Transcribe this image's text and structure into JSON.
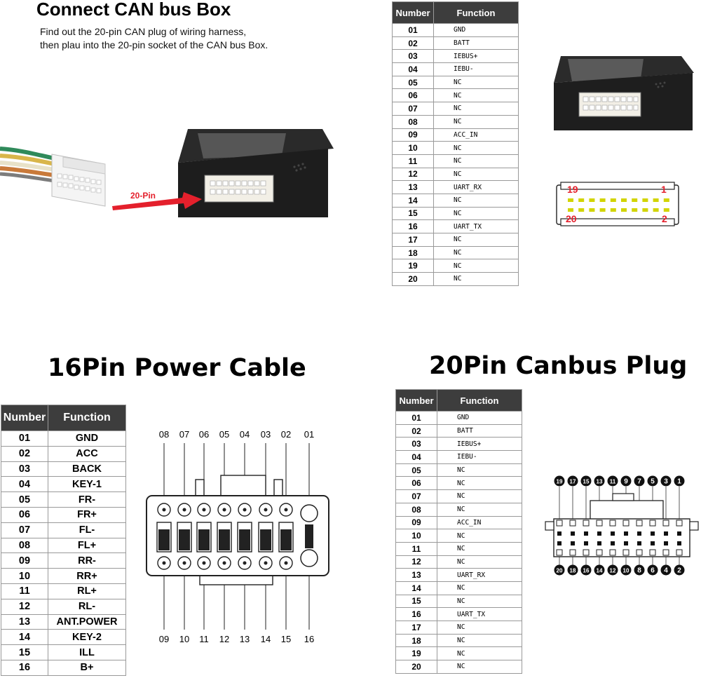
{
  "top": {
    "title": "Connect CAN bus Box",
    "desc_line1": "Find out the 20-pin CAN plug of wiring harness,",
    "desc_line2": "then plau into the 20-pin socket of the CAN bus Box.",
    "arrow_label": "20-Pin",
    "arrow_color": "#e4202c"
  },
  "table_top": {
    "headers": [
      "Number",
      "Function"
    ],
    "rows": [
      [
        "01",
        "GND"
      ],
      [
        "02",
        "BATT"
      ],
      [
        "03",
        "IEBUS+"
      ],
      [
        "04",
        "IEBU-"
      ],
      [
        "05",
        "NC"
      ],
      [
        "06",
        "NC"
      ],
      [
        "07",
        "NC"
      ],
      [
        "08",
        "NC"
      ],
      [
        "09",
        "ACC_IN"
      ],
      [
        "10",
        "NC"
      ],
      [
        "11",
        "NC"
      ],
      [
        "12",
        "NC"
      ],
      [
        "13",
        "UART_RX"
      ],
      [
        "14",
        "NC"
      ],
      [
        "15",
        "NC"
      ],
      [
        "16",
        "UART_TX"
      ],
      [
        "17",
        "NC"
      ],
      [
        "18",
        "NC"
      ],
      [
        "19",
        "NC"
      ],
      [
        "20",
        "NC"
      ]
    ]
  },
  "socket_diagram": {
    "labels": {
      "top_left": "19",
      "top_right": "1",
      "bottom_left": "20",
      "bottom_right": "2"
    },
    "label_color": "#e4202c",
    "pin_color": "#d2d400"
  },
  "power_section": {
    "title": "16Pin Power Cable",
    "headers": [
      "Number",
      "Function"
    ],
    "rows": [
      [
        "01",
        "GND"
      ],
      [
        "02",
        "ACC"
      ],
      [
        "03",
        "BACK"
      ],
      [
        "04",
        "KEY-1"
      ],
      [
        "05",
        "FR-"
      ],
      [
        "06",
        "FR+"
      ],
      [
        "07",
        "FL-"
      ],
      [
        "08",
        "FL+"
      ],
      [
        "09",
        "RR-"
      ],
      [
        "10",
        "RR+"
      ],
      [
        "11",
        "RL+"
      ],
      [
        "12",
        "RL-"
      ],
      [
        "13",
        "ANT.POWER"
      ],
      [
        "14",
        "KEY-2"
      ],
      [
        "15",
        "ILL"
      ],
      [
        "16",
        "B+"
      ]
    ],
    "pin_labels_top": [
      "08",
      "07",
      "06",
      "05",
      "04",
      "03",
      "02",
      "01"
    ],
    "pin_labels_bottom": [
      "09",
      "10",
      "11",
      "12",
      "13",
      "14",
      "15",
      "16"
    ]
  },
  "canbus_section": {
    "title": "20Pin Canbus Plug",
    "headers": [
      "Number",
      "Function"
    ],
    "rows": [
      [
        "01",
        "GND"
      ],
      [
        "02",
        "BATT"
      ],
      [
        "03",
        "IEBUS+"
      ],
      [
        "04",
        "IEBU-"
      ],
      [
        "05",
        "NC"
      ],
      [
        "06",
        "NC"
      ],
      [
        "07",
        "NC"
      ],
      [
        "08",
        "NC"
      ],
      [
        "09",
        "ACC_IN"
      ],
      [
        "10",
        "NC"
      ],
      [
        "11",
        "NC"
      ],
      [
        "12",
        "NC"
      ],
      [
        "13",
        "UART_RX"
      ],
      [
        "14",
        "NC"
      ],
      [
        "15",
        "NC"
      ],
      [
        "16",
        "UART_TX"
      ],
      [
        "17",
        "NC"
      ],
      [
        "18",
        "NC"
      ],
      [
        "19",
        "NC"
      ],
      [
        "20",
        "NC"
      ]
    ],
    "pin_labels_top": [
      "19",
      "17",
      "15",
      "13",
      "11",
      "9",
      "7",
      "5",
      "3",
      "1"
    ],
    "pin_labels_bottom": [
      "20",
      "18",
      "16",
      "14",
      "12",
      "10",
      "8",
      "6",
      "4",
      "2"
    ]
  }
}
